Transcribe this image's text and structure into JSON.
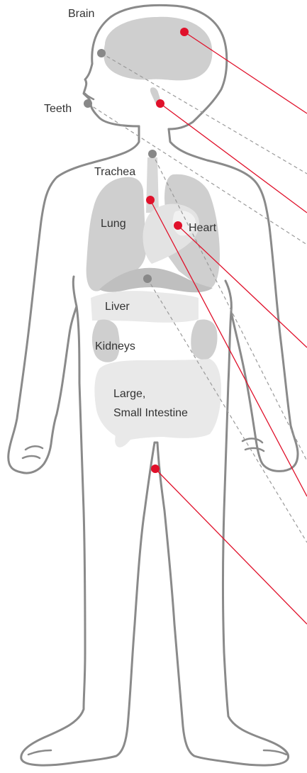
{
  "labels": {
    "brain": "Brain",
    "teeth": "Teeth",
    "trachea": "Trachea",
    "lung": "Lung",
    "heart": "Heart",
    "liver": "Liver",
    "kidneys": "Kidneys",
    "intestine_line1": "Large,",
    "intestine_line2": "Small Intestine"
  },
  "colors": {
    "outline": "#8a8a8a",
    "organ": "#cfcfcf",
    "organ_light": "#e9e9e9",
    "pointer_red": "#e0102a",
    "pointer_gray": "#888888",
    "dashed": "#9a9a9a",
    "text": "#333333"
  }
}
